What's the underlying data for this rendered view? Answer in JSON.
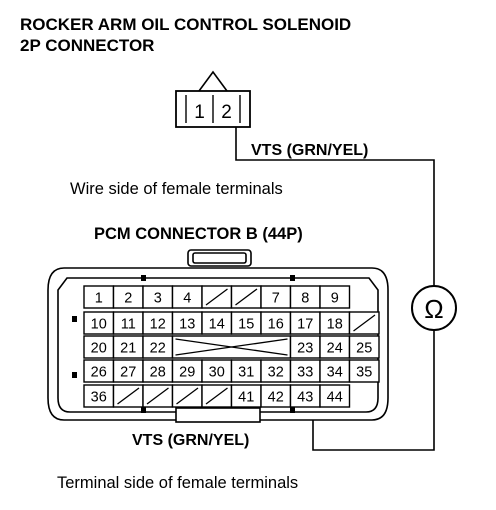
{
  "solenoid": {
    "title_line1": "ROCKER ARM OIL CONTROL SOLENOID",
    "title_line2": "2P CONNECTOR",
    "pins": [
      "1",
      "2"
    ]
  },
  "labels": {
    "vts_top": "VTS (GRN/YEL)",
    "wire_side": "Wire side of female terminals",
    "pcm_title": "PCM CONNECTOR B (44P)",
    "vts_bottom": "VTS (GRN/YEL)",
    "terminal_side": "Terminal side of female terminals"
  },
  "meter": {
    "symbol": "Ω",
    "icon": "ohmmeter-icon"
  },
  "pcm_connector": {
    "row1": [
      "1",
      "2",
      "3",
      "4",
      "",
      "",
      "7",
      "8",
      "9"
    ],
    "row2": [
      "10",
      "11",
      "12",
      "13",
      "14",
      "15",
      "16",
      "17",
      "18"
    ],
    "row3": [
      "20",
      "21",
      "22",
      "23",
      "24",
      "25"
    ],
    "row4": [
      "26",
      "27",
      "28",
      "29",
      "30",
      "31",
      "32",
      "33",
      "34",
      "35"
    ],
    "row5": [
      "36",
      "41",
      "42",
      "43",
      "44"
    ]
  }
}
